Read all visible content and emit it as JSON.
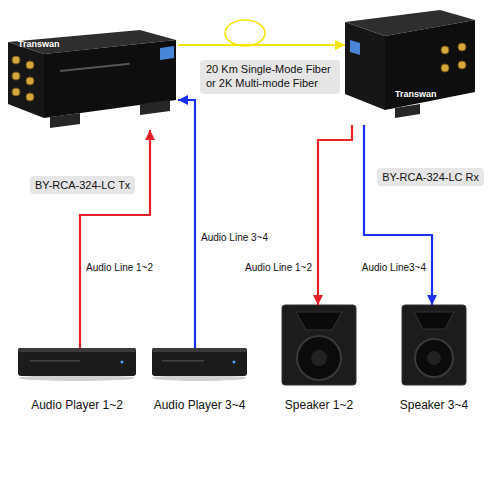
{
  "diagram": {
    "nodes": [
      {
        "text": [
          "Transwan",
          "BY-RCA-324-LC Tx"
        ]
      },
      {
        "text": [
          "Transwan",
          "BY-RCA-324-LC Rx"
        ]
      },
      {
        "text": [
          "Audio Player 1~2"
        ]
      },
      {
        "text": [
          "Audio Player 3~4"
        ]
      },
      {
        "text": [
          "Speaker 1~2"
        ]
      },
      {
        "text": [
          "Speaker 3~4"
        ]
      }
    ],
    "edges": [
      {
        "from": 0,
        "to": 1,
        "arrow": "to",
        "label": "20 Km Single-Mode Fiber or 2K Multi-mode Fiber"
      },
      {
        "from": 2,
        "to": 0,
        "arrow": "to",
        "label": "Audio Line 1~2"
      },
      {
        "from": 3,
        "to": 0,
        "arrow": "to",
        "label": "Audio Line 3~4"
      },
      {
        "from": 1,
        "to": 4,
        "arrow": "to",
        "label": "Audio Line 1~2"
      },
      {
        "from": 1,
        "to": 5,
        "arrow": "to",
        "label": "Audio Line3~4"
      }
    ]
  }
}
